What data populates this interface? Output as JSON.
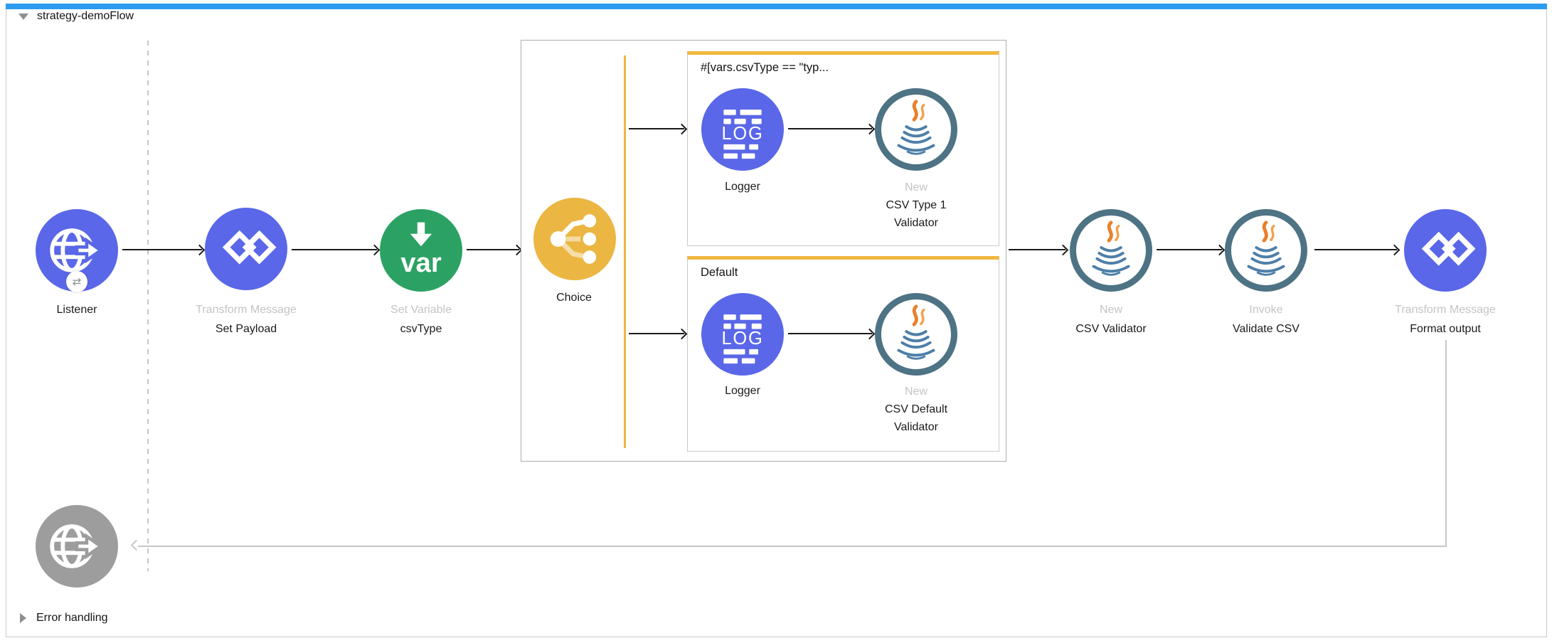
{
  "window": {
    "flow_title": "strategy-demoFlow",
    "error_handling_label": "Error handling"
  },
  "nodes": {
    "listener": {
      "name": "Listener"
    },
    "set_payload": {
      "type": "Transform Message",
      "name": "Set Payload"
    },
    "set_variable": {
      "type": "Set Variable",
      "name": "csvType"
    },
    "choice": {
      "name": "Choice"
    },
    "logger_when": {
      "name": "Logger"
    },
    "validator_type1": {
      "type": "New",
      "name_line1": "CSV Type 1",
      "name_line2": "Validator"
    },
    "logger_default": {
      "name": "Logger"
    },
    "validator_default": {
      "type": "New",
      "name_line1": "CSV Default",
      "name_line2": "Validator"
    },
    "csv_validator": {
      "type": "New",
      "name": "CSV Validator"
    },
    "invoke": {
      "type": "Invoke",
      "name": "Validate CSV"
    },
    "format_output": {
      "type": "Transform Message",
      "name": "Format output"
    }
  },
  "choice_branches": {
    "when_condition": "#[vars.csvType == \"typ...",
    "default_label": "Default"
  },
  "icon_text": {
    "logger": "LOG",
    "set_variable": "var",
    "listener_badge": "⇄"
  },
  "colors": {
    "selection_bar": "#2d9bf0",
    "mule_blue": "#5a67e8",
    "mule_green": "#2ba263",
    "mule_amber": "#ebb642",
    "java_ring": "#4d7384",
    "disabled_gray": "#9d9d9d",
    "muted_label": "#c4c4c4"
  }
}
